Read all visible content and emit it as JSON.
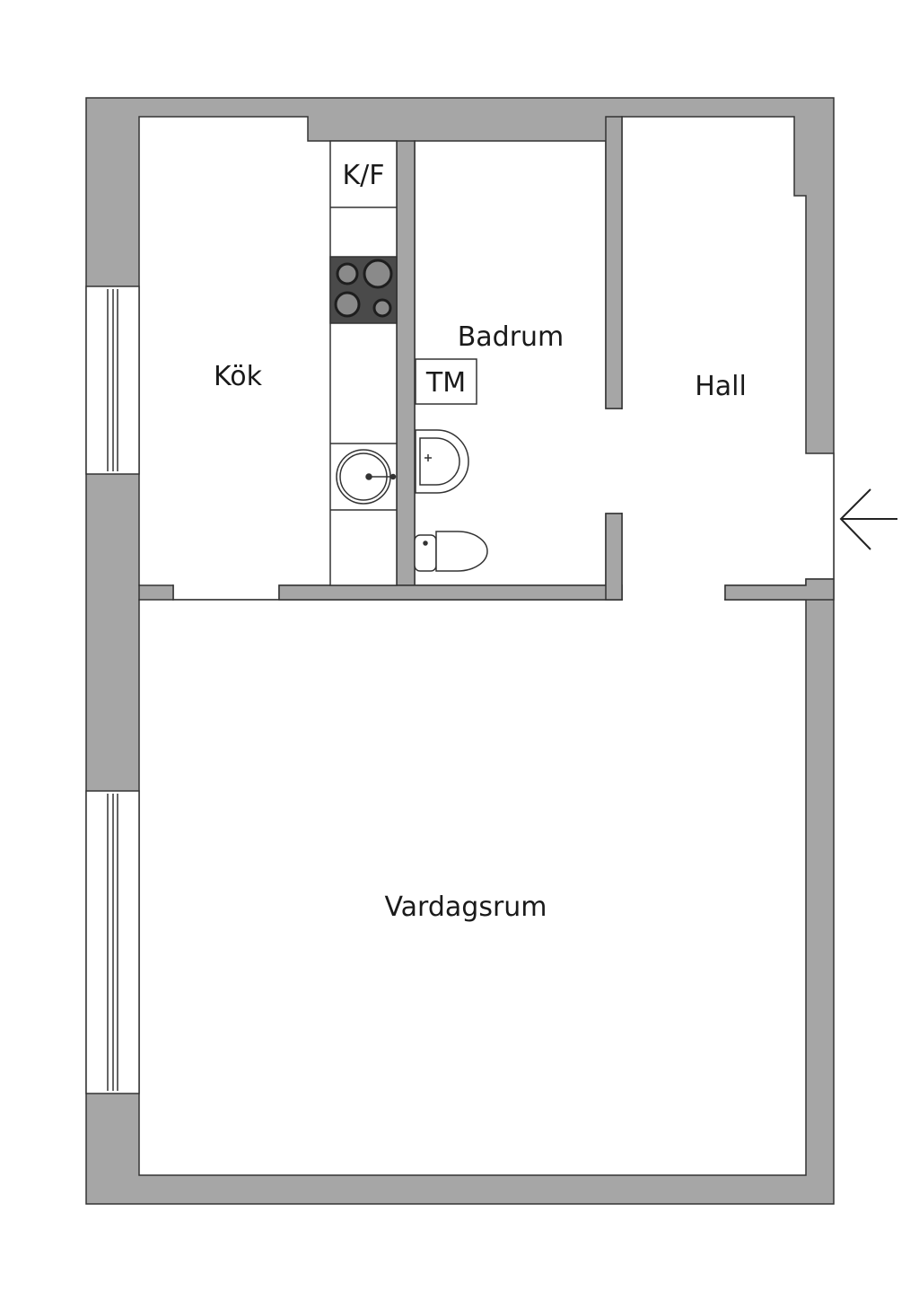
{
  "rooms": {
    "kitchen": "Kök",
    "bathroom": "Badrum",
    "hall": "Hall",
    "living_room": "Vardagsrum"
  },
  "fixtures": {
    "fridge_freezer": "K/F",
    "washing_machine": "TM"
  },
  "colors": {
    "wall": "#a6a6a6",
    "stove": "#4a4a4a",
    "line": "#222222",
    "floor": "#ffffff"
  },
  "icons": {
    "entrance": "arrow-left-icon",
    "stove": "stove-icon",
    "kitchen_sink": "sink-icon",
    "wash_basin": "basin-icon",
    "toilet": "toilet-icon"
  }
}
